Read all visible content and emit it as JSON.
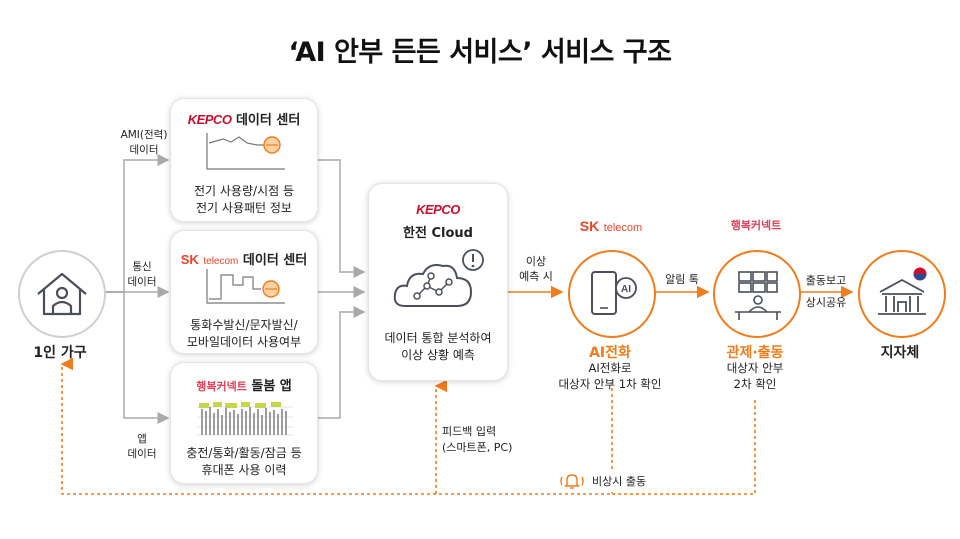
{
  "title": "‘AI 안부 든든 서비스’ 서비스 구조",
  "household": {
    "name": "1인 가구"
  },
  "labels": {
    "ami": [
      "AMI(전력)",
      "데이터"
    ],
    "telecom": [
      "통신",
      "데이터"
    ],
    "app": [
      "앱",
      "데이터"
    ],
    "anomaly": [
      "이상",
      "예측 시"
    ],
    "alarm": "알림 톡",
    "report": [
      "출동보고",
      "상시공유"
    ],
    "feedback": [
      "피드백 입력",
      "(스마트폰, PC)"
    ],
    "emergency": "비상시 출동"
  },
  "cards": {
    "kepco_dc": {
      "logo": "KEPCO",
      "title": "데이터 센터",
      "desc": [
        "전기 사용량/시점 등",
        "전기 사용패턴 정보"
      ]
    },
    "sk_dc": {
      "logo_sk": "SK",
      "logo_tel": "telecom",
      "title": "데이터 센터",
      "desc": [
        "통화수발신/문자발신/",
        "모바일데이터 사용여부"
      ]
    },
    "care_app": {
      "logo": "행복커넥트",
      "title": "돌봄 앱",
      "desc": [
        "충전/통화/활동/잠금 등",
        "휴대폰 사용 이력"
      ]
    },
    "cloud": {
      "logo": "KEPCO",
      "title": "한전 Cloud",
      "desc": [
        "데이터 통합 분석하여",
        "이상 상황 예측"
      ]
    }
  },
  "ai_call": {
    "logo_sk": "SK",
    "logo_tel": "telecom",
    "icon_label": "AI",
    "name": "AI전화",
    "desc": [
      "AI전화로",
      "대상자 안부 1차 확인"
    ]
  },
  "control": {
    "logo": "행복커넥트",
    "name": "관제·출동",
    "desc": [
      "대상자 안부",
      "2차 확인"
    ]
  },
  "local_gov": {
    "name": "지자체"
  },
  "colors": {
    "orange": "#f07c1c",
    "grey_line": "#aaaaaa",
    "kepco_red": "#c8102e",
    "sk_red": "#e8462a"
  },
  "icons": [
    "house-person-icon",
    "meter-chart-icon",
    "cloud-network-icon",
    "phone-ai-icon",
    "monitoring-desk-icon",
    "government-building-icon",
    "bell-alert-icon"
  ]
}
